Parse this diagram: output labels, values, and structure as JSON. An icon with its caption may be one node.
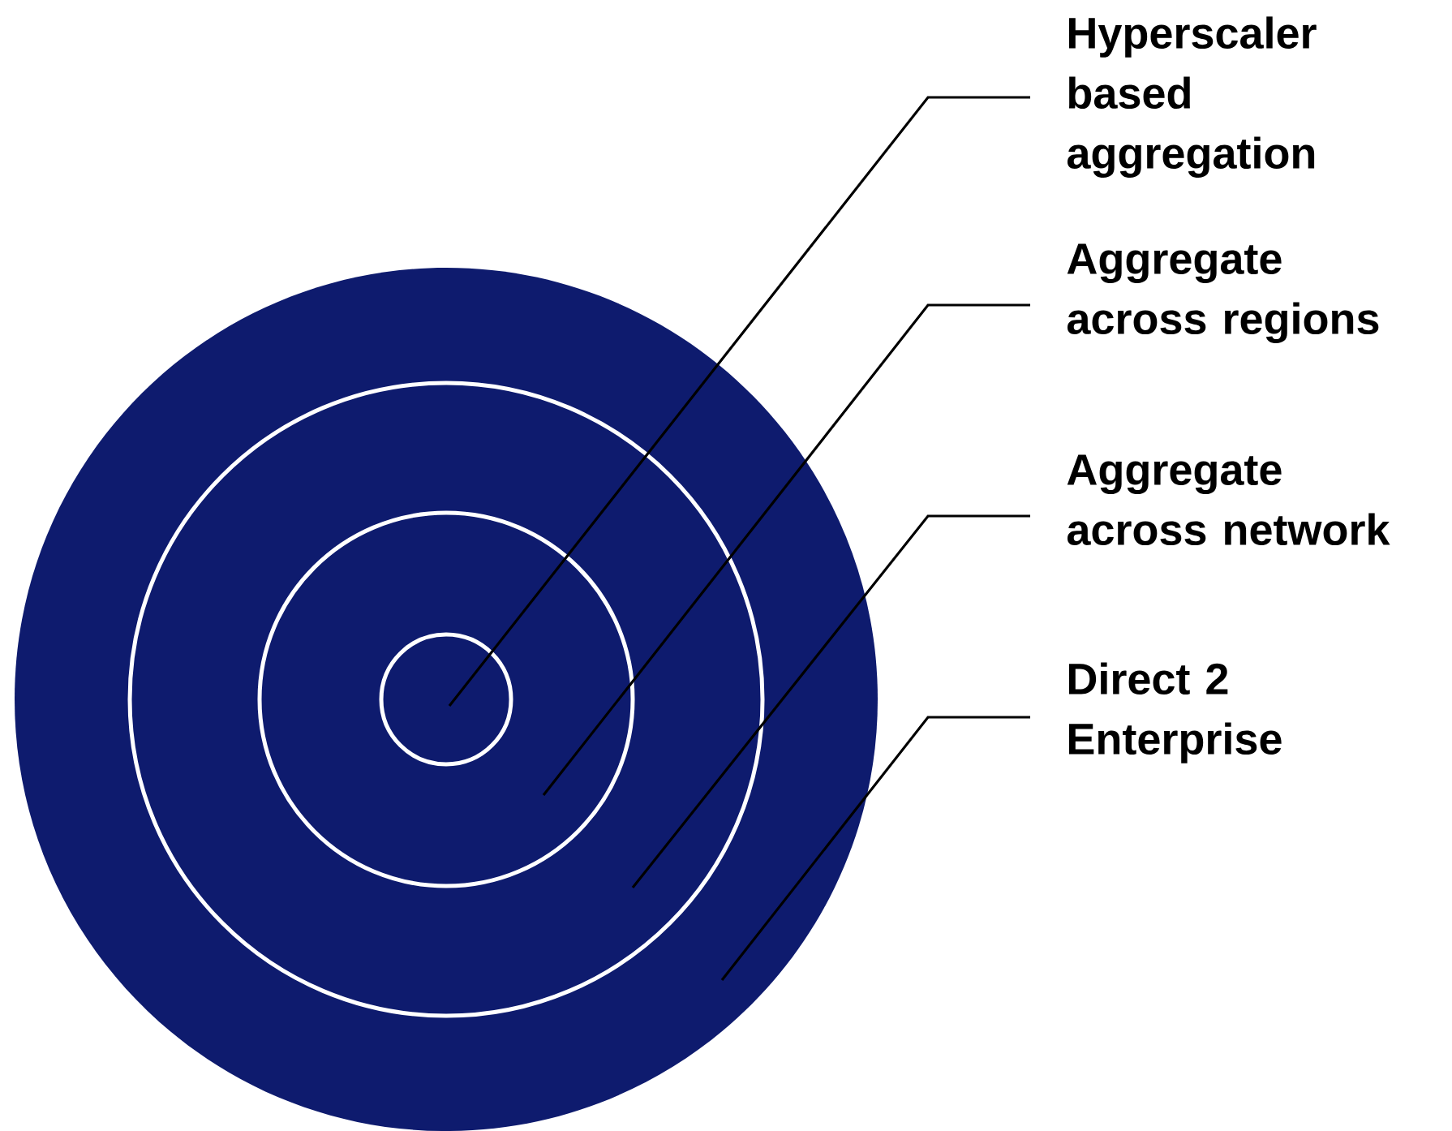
{
  "diagram": {
    "nodes": [
      {
        "text": [],
        "shape": "circle"
      },
      {
        "text": [],
        "shape": "circle",
        "in": 0
      },
      {
        "text": [],
        "shape": "circle",
        "in": 1
      },
      {
        "text": [],
        "shape": "circle",
        "in": 2
      },
      {
        "text": [
          "Hyperscaler based aggregation"
        ]
      },
      {
        "text": [
          "Aggregate across regions"
        ]
      },
      {
        "text": [
          "Aggregate across network"
        ]
      },
      {
        "text": [
          "Direct 2 Enterprise"
        ]
      }
    ],
    "edges": [
      {
        "from": 4,
        "to": 3,
        "arrow": "none"
      },
      {
        "from": 5,
        "to": 2,
        "arrow": "none"
      },
      {
        "from": 6,
        "to": 1,
        "arrow": "none"
      },
      {
        "from": 7,
        "to": 0,
        "arrow": "none"
      }
    ]
  }
}
